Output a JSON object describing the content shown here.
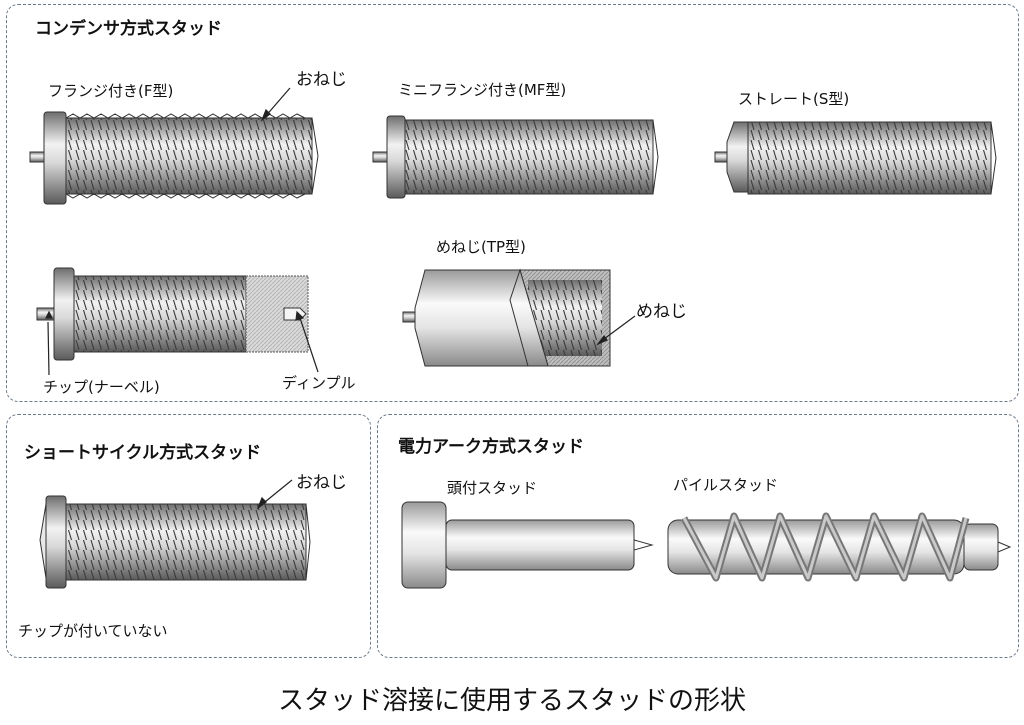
{
  "caption": "スタッド溶接に使用するスタッドの形状",
  "condenser": {
    "title": "コンデンサ方式スタッド",
    "f_type": "フランジ付き(F型)",
    "male_thread": "おねじ",
    "mf_type": "ミニフランジ付き(MF型)",
    "s_type": "ストレート(S型)",
    "tp_type": "めねじ(TP型)",
    "female_thread": "めねじ",
    "tip": "チップ(ナーベル)",
    "dimple": "ディンプル"
  },
  "short_cycle": {
    "title": "ショートサイクル方式スタッド",
    "male_thread": "おねじ",
    "no_tip": "チップが付いていない"
  },
  "arc": {
    "title": "電力アーク方式スタッド",
    "head_stud": "頭付スタッド",
    "pile_stud": "パイルスタッド"
  },
  "colors": {
    "border": "#6c7a88",
    "metal_light": "#f2f2f2",
    "metal_dark": "#6e6e6e",
    "outline": "#333333"
  }
}
